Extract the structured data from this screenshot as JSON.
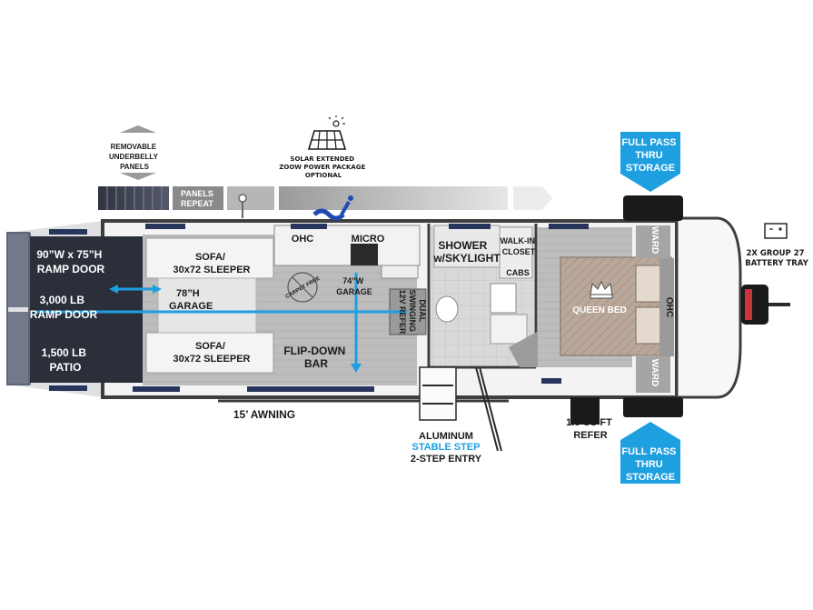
{
  "top_labels": {
    "removable_panels": [
      "REMOVABLE",
      "UNDERBELLY",
      "PANELS"
    ],
    "panels_repeat": [
      "PANELS",
      "REPEAT"
    ],
    "solar": [
      "SOLAR EXTENDED",
      "ZOOW POWER PACKAGE",
      "OPTIONAL"
    ]
  },
  "storage_top": [
    "FULL PASS",
    "THRU",
    "STORAGE"
  ],
  "storage_bottom": [
    "FULL PASS",
    "THRU",
    "STORAGE"
  ],
  "battery": [
    "2X GROUP 27",
    "BATTERY TRAY"
  ],
  "battery_icon": "battery-icon",
  "garage_labels": {
    "ramp_door_size": [
      "90”W x 75”H",
      "RAMP DOOR"
    ],
    "ramp_door_weight": [
      "3,000 LB",
      "RAMP DOOR"
    ],
    "patio": [
      "1,500 LB",
      "PATIO"
    ],
    "garage_height": [
      "78”H",
      "GARAGE"
    ],
    "garage_width": [
      "74”W",
      "GARAGE"
    ]
  },
  "rooms": {
    "sofa_top": [
      "SOFA/",
      "30x72 SLEEPER"
    ],
    "sofa_bottom": [
      "SOFA/",
      "30x72 SLEEPER"
    ],
    "ohc_kitchen": "OHC",
    "micro": "MICRO",
    "refer_dual": [
      "DUAL",
      "SWINGING",
      "12V REFER"
    ],
    "flip_down_bar": [
      "FLIP-DOWN",
      "BAR"
    ],
    "carpet_free": "CARPET FREE",
    "shower": [
      "SHOWER",
      "w/SKYLIGHT"
    ],
    "walk_in_closet": [
      "WALK-IN",
      "CLOSET"
    ],
    "cabs": "CABS",
    "ward_top": "WARD",
    "ward_bottom": "WARD",
    "ohc_bed": "OHC",
    "queen_bed": "QUEEN BED"
  },
  "bottom_labels": {
    "awning": "15’ AWNING",
    "entry_line1": "ALUMINUM",
    "entry_line2": "STABLE STEP",
    "entry_line3": "2-STEP ENTRY",
    "refer": [
      "1.6 CU FT",
      "REFER"
    ]
  },
  "colors": {
    "accent_blue": "#1e9fe0",
    "floor_gray": "#b9b9b9",
    "garage_dark": "#2b2f3a",
    "wall": "#4a4a4a"
  }
}
